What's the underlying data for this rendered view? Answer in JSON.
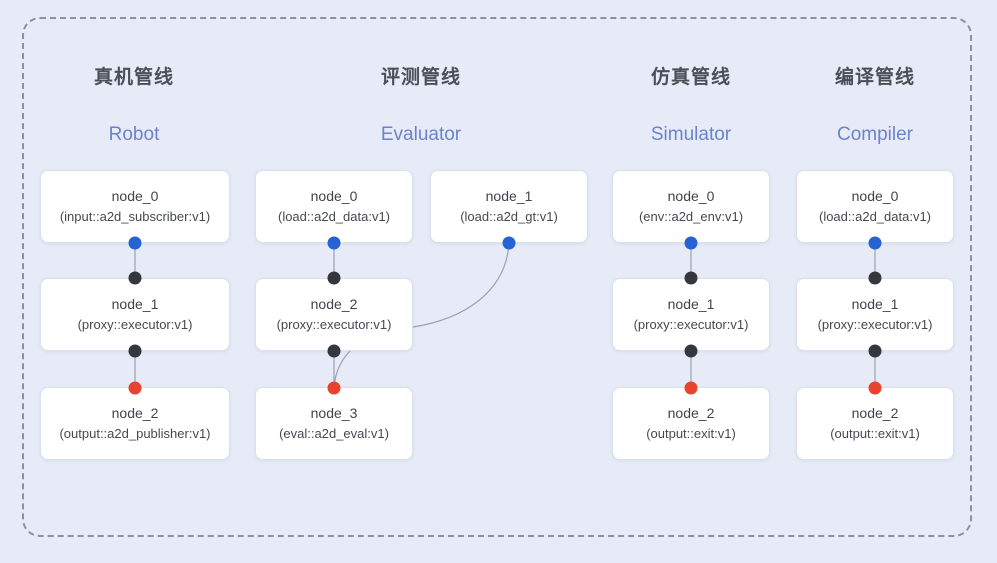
{
  "pipelines": [
    {
      "id": "robot",
      "title_zh": "真机管线",
      "title_en": "Robot",
      "nodes": [
        {
          "name": "node_0",
          "type": "(input::a2d_subscriber:v1)"
        },
        {
          "name": "node_1",
          "type": "(proxy::executor:v1)"
        },
        {
          "name": "node_2",
          "type": "(output::a2d_publisher:v1)"
        }
      ]
    },
    {
      "id": "evaluator",
      "title_zh": "评测管线",
      "title_en": "Evaluator",
      "nodes": [
        {
          "name": "node_0",
          "type": "(load::a2d_data:v1)"
        },
        {
          "name": "node_1",
          "type": "(load::a2d_gt:v1)"
        },
        {
          "name": "node_2",
          "type": "(proxy::executor:v1)"
        },
        {
          "name": "node_3",
          "type": "(eval::a2d_eval:v1)"
        }
      ]
    },
    {
      "id": "simulator",
      "title_zh": "仿真管线",
      "title_en": "Simulator",
      "nodes": [
        {
          "name": "node_0",
          "type": "(env::a2d_env:v1)"
        },
        {
          "name": "node_1",
          "type": "(proxy::executor:v1)"
        },
        {
          "name": "node_2",
          "type": "(output::exit:v1)"
        }
      ]
    },
    {
      "id": "compiler",
      "title_zh": "编译管线",
      "title_en": "Compiler",
      "nodes": [
        {
          "name": "node_0",
          "type": "(load::a2d_data:v1)"
        },
        {
          "name": "node_1",
          "type": "(proxy::executor:v1)"
        },
        {
          "name": "node_2",
          "type": "(output::exit:v1)"
        }
      ]
    }
  ],
  "colors": {
    "background": "#e6ebf7",
    "frame_border": "#8c929d",
    "node_fill": "#ffffff",
    "node_border": "#dce0e9",
    "node_text": "#3f444c",
    "title_zh_text": "#4a4f58",
    "title_en_text": "#6b83cb",
    "dot_blue": "#2563d4",
    "dot_black": "#34383e",
    "dot_red": "#e8432f",
    "wire": "#9aa2af"
  }
}
